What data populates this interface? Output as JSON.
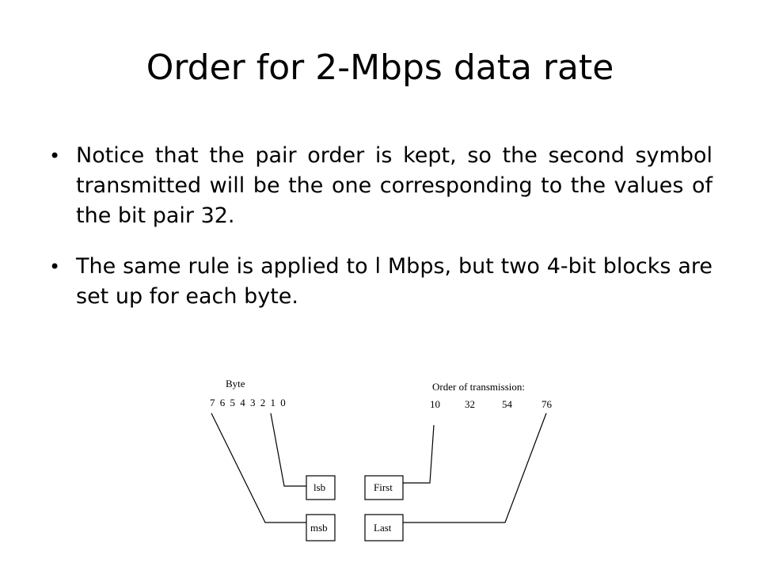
{
  "slide": {
    "title": "Order for 2-Mbps data rate",
    "bullets": [
      {
        "marker": "•",
        "text": "Notice that the pair order is kept, so the second symbol transmitted  will  be the one corresponding to the values of the bit pair 32."
      },
      {
        "marker": "•",
        "text": "The same rule is applied to l Mbps, but two 4-bit blocks are set up for each byte."
      }
    ]
  },
  "diagram": {
    "byte_label": "Byte",
    "byte_bits": "7 6 5 4 3 2 1 0",
    "order_label": "Order of transmission:",
    "order_pairs": [
      "10",
      "32",
      "54",
      "76"
    ],
    "boxes": {
      "lsb": "lsb",
      "msb": "msb",
      "first": "First",
      "last": "Last"
    }
  }
}
